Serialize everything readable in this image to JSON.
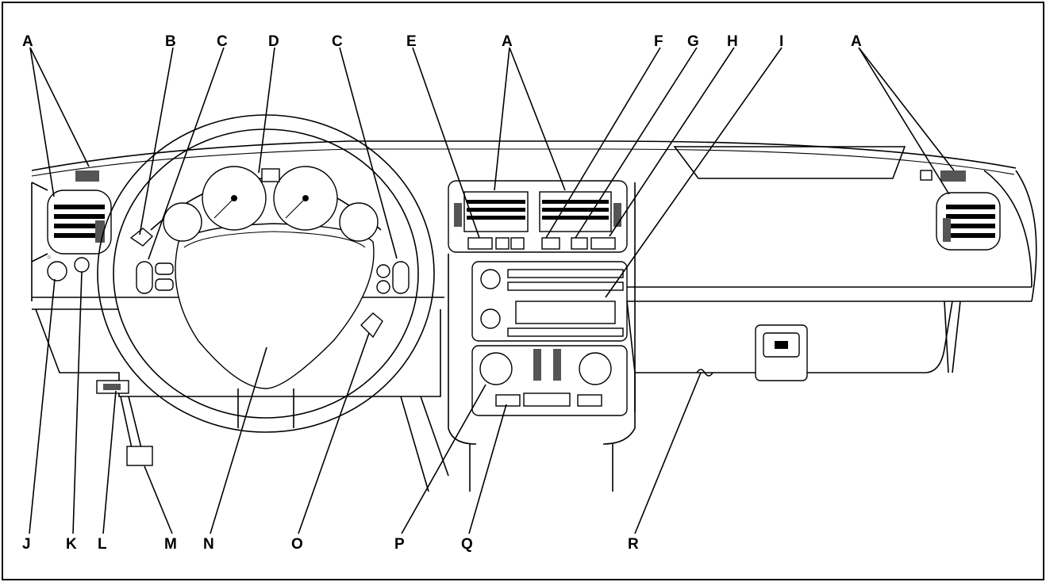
{
  "callouts": {
    "top": [
      "A",
      "B",
      "C",
      "D",
      "C",
      "E",
      "A",
      "F",
      "G",
      "H",
      "I",
      "A"
    ],
    "bottom": [
      "J",
      "K",
      "L",
      "M",
      "N",
      "O",
      "P",
      "Q",
      "R"
    ]
  },
  "colors": {
    "ink": "#000000",
    "paper": "#ffffff",
    "frame": "#000000"
  }
}
